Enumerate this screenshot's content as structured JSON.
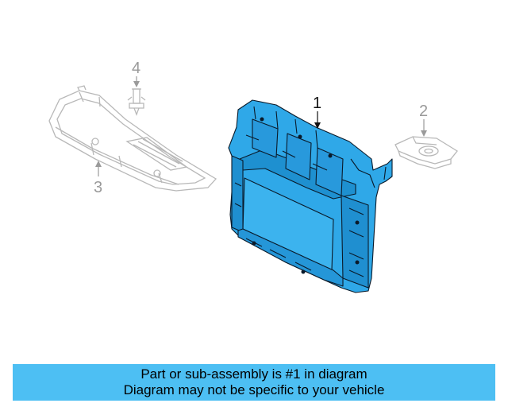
{
  "diagram": {
    "callouts": [
      {
        "number": "1",
        "highlighted": true
      },
      {
        "number": "2",
        "highlighted": false
      },
      {
        "number": "3",
        "highlighted": false
      },
      {
        "number": "4",
        "highlighted": false
      }
    ],
    "colors": {
      "highlight_fill": "#2fa8e8",
      "highlight_stroke": "#0a1a2a",
      "ghost_stroke": "#b8b8b8",
      "callout_dark": "#111111",
      "callout_ghost": "#9a9a9a"
    }
  },
  "banner": {
    "line1": "Part or sub-assembly is #1 in diagram",
    "line2": "Diagram may not be specific to your vehicle",
    "background": "#4dbff3"
  }
}
